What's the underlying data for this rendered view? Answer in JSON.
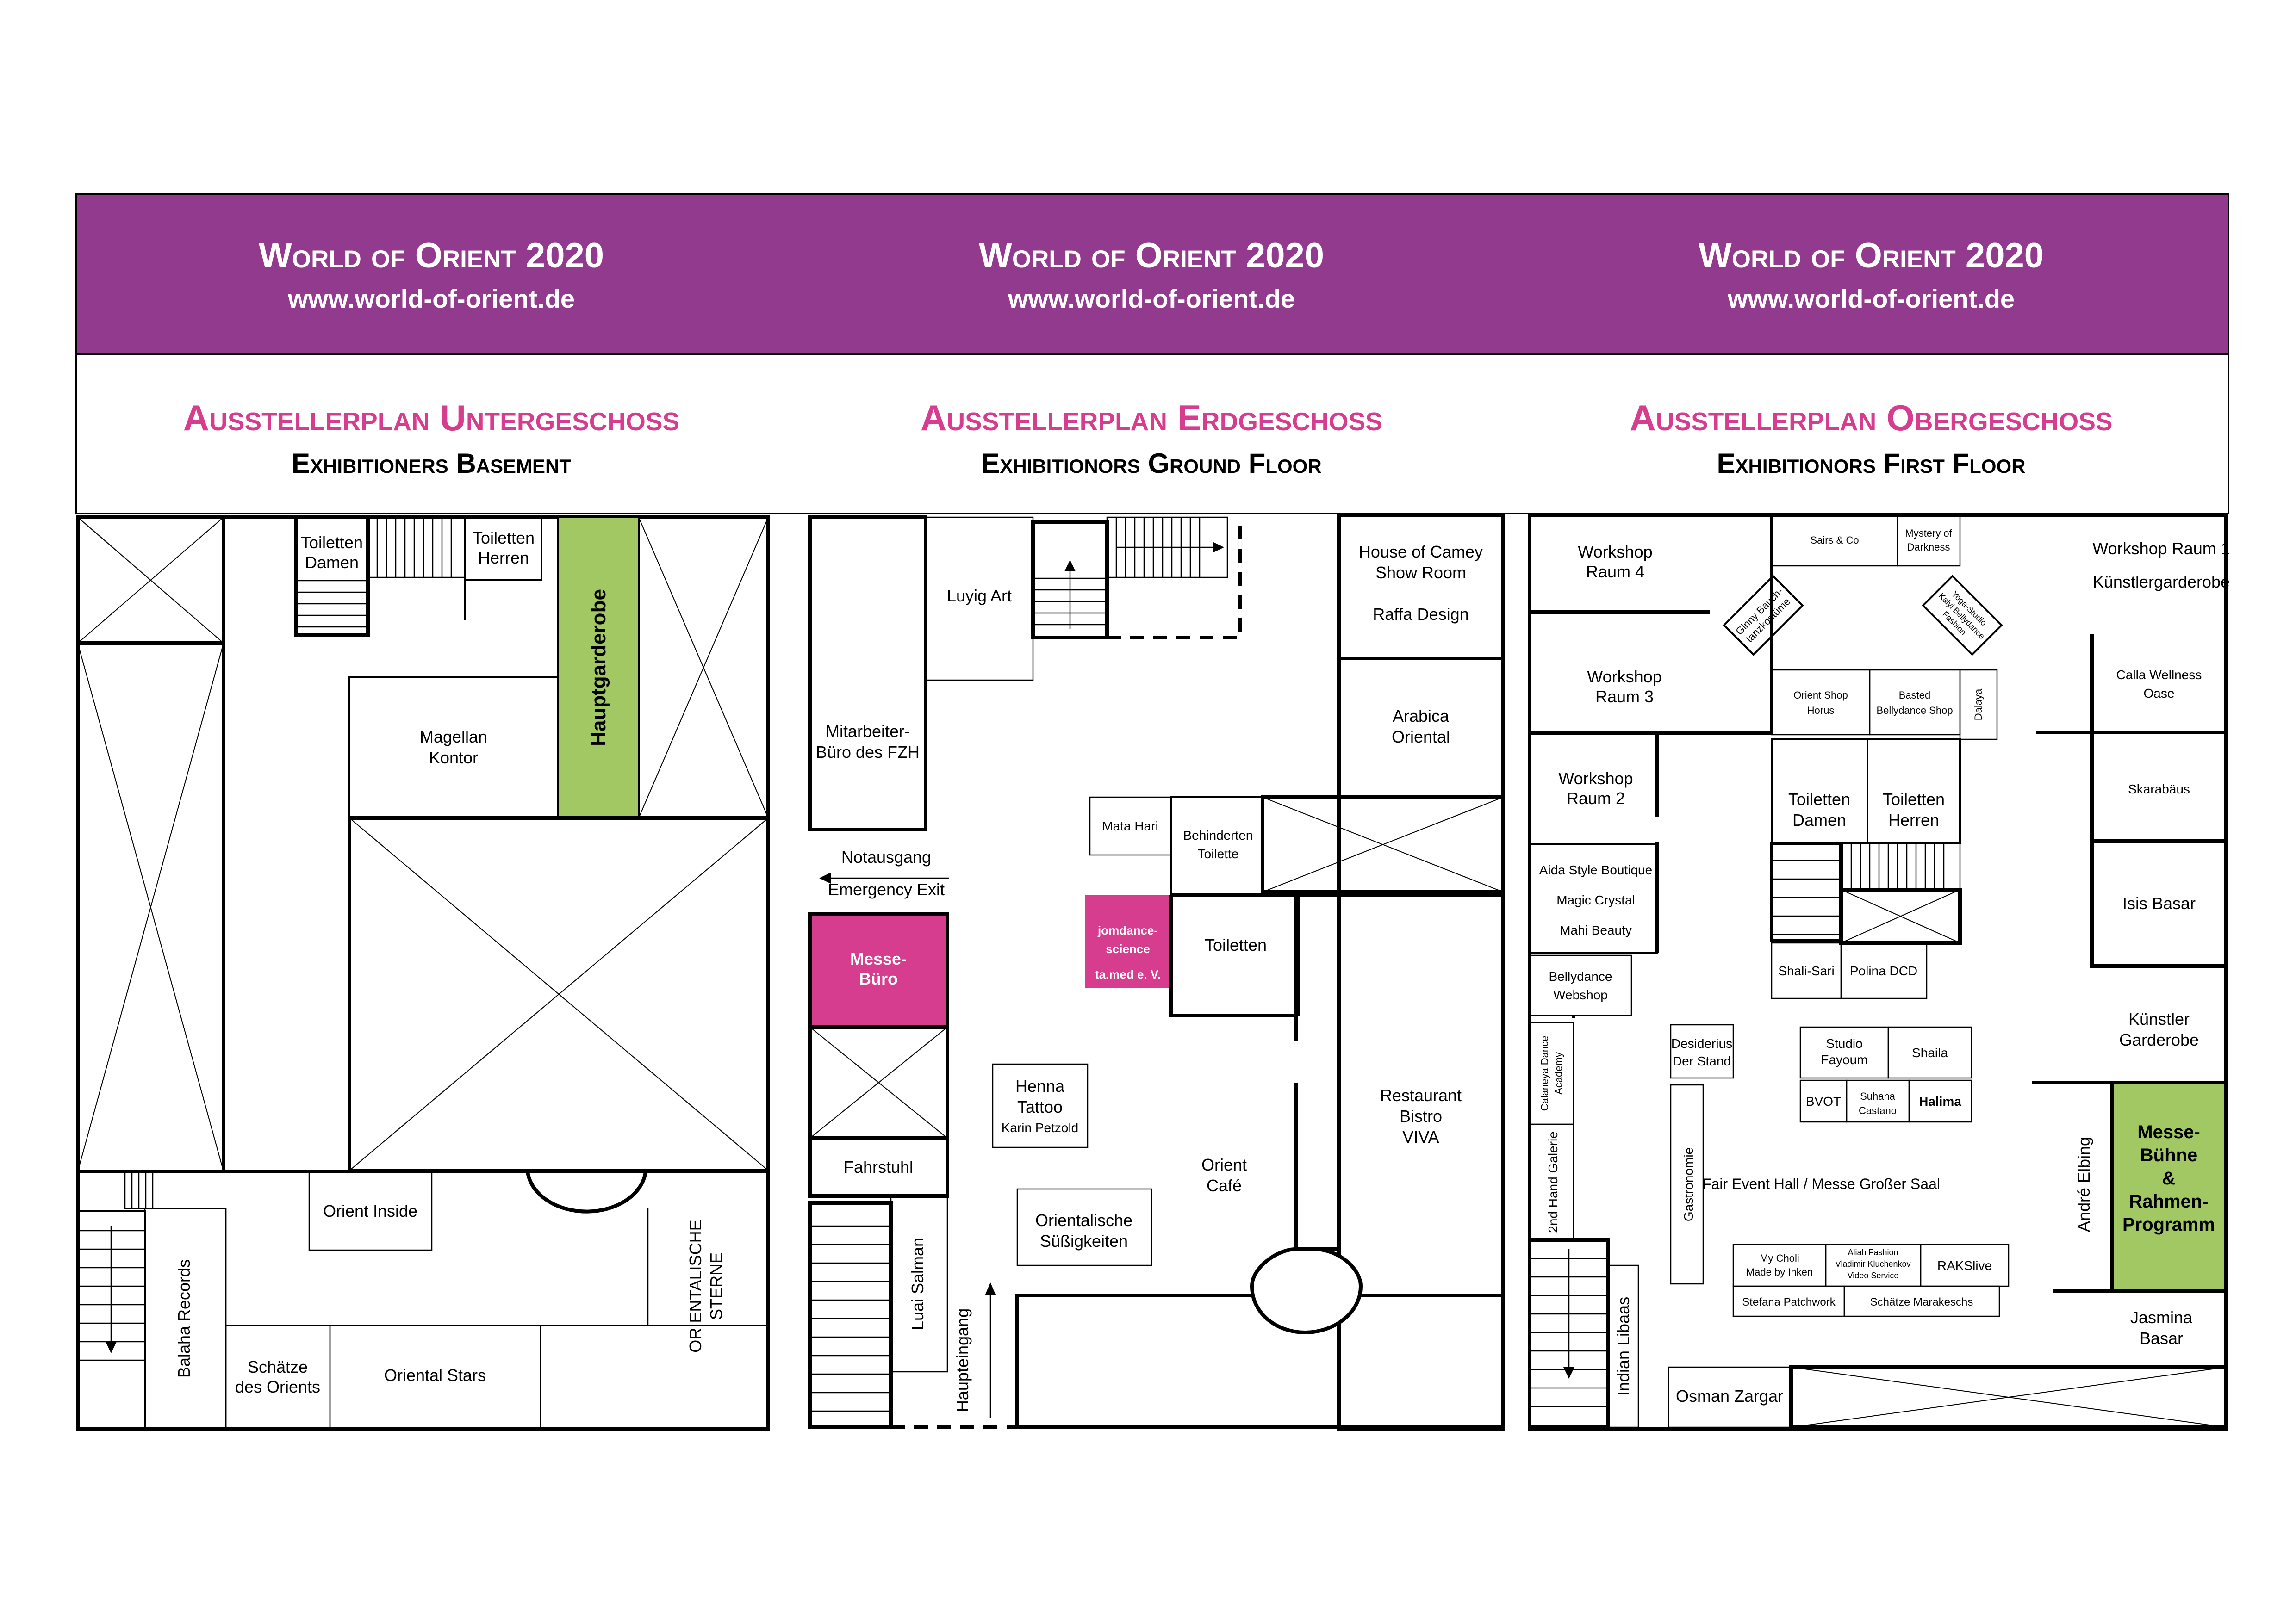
{
  "colors": {
    "header_purple": "#923a8e",
    "pink": "#d63d8f",
    "green": "#a1c862"
  },
  "header": {
    "title": "World of Orient 2020",
    "url": "www.world-of-orient.de"
  },
  "columns": [
    {
      "title_de": "Ausstellerplan Untergeschoss",
      "title_en": "Exhibitioners Basement"
    },
    {
      "title_de": "Ausstellerplan Erdgeschoss",
      "title_en": "Exhibitionors Ground Floor"
    },
    {
      "title_de": "Ausstellerplan Obergeschoss",
      "title_en": "Exhibitionors First Floor"
    }
  ],
  "basement": {
    "toiletten_damen": [
      "Toiletten",
      "Damen"
    ],
    "toiletten_herren": [
      "Toiletten",
      "Herren"
    ],
    "hauptgarderobe": "Hauptgarderobe",
    "magellan": [
      "Magellan",
      "Kontor"
    ],
    "orient_inside": "Orient Inside",
    "balaha": "Balaha Records",
    "schaetze": [
      "Schätze",
      "des Orients"
    ],
    "oriental_stars": "Oriental Stars",
    "orientalische_sterne": [
      "ORIENTALISCHE",
      "STERNE"
    ]
  },
  "ground": {
    "luyig": "Luyig Art",
    "mitarbeiter": [
      "Mitarbeiter-",
      "Büro des FZH"
    ],
    "house_of_camey": [
      "House of Camey",
      "Show Room"
    ],
    "raffa": "Raffa Design",
    "arabica": [
      "Arabica",
      "Oriental"
    ],
    "mata_hari": "Mata Hari",
    "behinderten": [
      "Behinderten",
      "Toilette"
    ],
    "notausgang": [
      "Notausgang",
      "Emergency Exit"
    ],
    "messe_buero": [
      "Messe-",
      "Büro"
    ],
    "jomdance": [
      "jomdance-",
      "science",
      "ta.med e. V."
    ],
    "toiletten": "Toiletten",
    "henna": [
      "Henna",
      "Tattoo",
      "Karin Petzold"
    ],
    "restaurant": [
      "Restaurant",
      "Bistro",
      "VIVA"
    ],
    "orient_cafe": [
      "Orient",
      "Café"
    ],
    "fahrstuhl": "Fahrstuhl",
    "orientalische_suess": [
      "Orientalische",
      "Süßigkeiten"
    ],
    "luai": "Luai Salman",
    "haupteingang": "Haupteingang"
  },
  "first": {
    "workshop4": [
      "Workshop",
      "Raum 4"
    ],
    "workshop3": [
      "Workshop",
      "Raum 3"
    ],
    "workshop2": [
      "Workshop",
      "Raum 2"
    ],
    "workshop1": "Workshop Raum 1",
    "kuenstlergarderobe": "Künstlergarderobe",
    "sairs": "Sairs & Co",
    "mystery": [
      "Mystery of",
      "Darkness"
    ],
    "ginny": [
      "Ginny Bauch-",
      "tanzkostüme"
    ],
    "yoga": [
      "Yoga-Studio",
      "Kalyi Bellydance",
      "Fashion"
    ],
    "orient_shop": [
      "Orient Shop",
      "Horus"
    ],
    "basted": [
      "Basted",
      "Bellydance Shop"
    ],
    "dalaya": "Dalaya",
    "calla": [
      "Calla Wellness",
      "Oase"
    ],
    "toiletten_damen": [
      "Toiletten",
      "Damen"
    ],
    "toiletten_herren": [
      "Toiletten",
      "Herren"
    ],
    "skarabaeus": "Skarabäus",
    "aida": [
      "Aida Style Boutique",
      "Magic Crystal",
      "Mahi Beauty"
    ],
    "isis": "Isis Basar",
    "shali": "Shali-Sari",
    "polina": "Polina DCD",
    "bellydance_webshop": [
      "Bellydance",
      "Webshop"
    ],
    "kuenstler_garderobe": [
      "Künstler",
      "Garderobe"
    ],
    "desiderius": [
      "Desiderius",
      "Der Stand"
    ],
    "studio_fayoum": [
      "Studio",
      "Fayoum"
    ],
    "shaila": "Shaila",
    "bvot": "BVOT",
    "suhana": [
      "Suhana",
      "Castano"
    ],
    "halima": "Halima",
    "calaneya": [
      "Calaneya Dance",
      "Academy"
    ],
    "second_hand": "2nd Hand Galerie",
    "gastronomie": "Gastronomie",
    "fair_hall": "Fair Event Hall / Messe Großer Saal",
    "andre": "André Elbing",
    "buehne": [
      "Messe-",
      "Bühne",
      "&",
      "Rahmen-",
      "Programm"
    ],
    "my_choli": [
      "My Choli",
      "Made by Inken"
    ],
    "aliah": [
      "Aliah Fashion",
      "Vladimir Kluchenkov",
      "Video Service"
    ],
    "raks": "RAKSlive",
    "stefana": "Stefana Patchwork",
    "schaetze_marakeschs": "Schätze Marakeschs",
    "indian": "Indian Libaas",
    "jasmina": [
      "Jasmina",
      "Basar"
    ],
    "osman": "Osman Zargar"
  }
}
